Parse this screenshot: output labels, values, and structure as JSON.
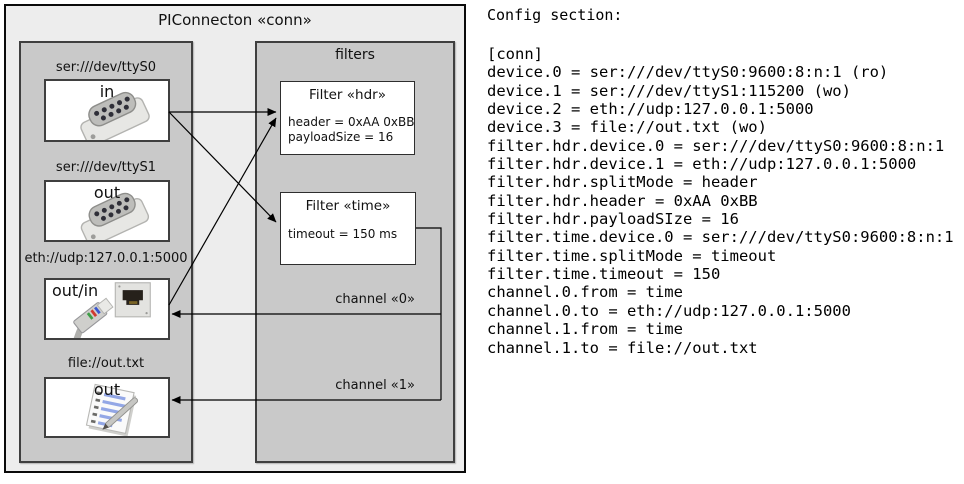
{
  "diagram": {
    "title": "PIConnecton «conn»",
    "devices": [
      {
        "label": "ser:///dev/ttyS0",
        "port": "in",
        "icon": "serial-connector-icon"
      },
      {
        "label": "ser:///dev/ttyS1",
        "port": "out",
        "icon": "serial-connector-icon"
      },
      {
        "label": "eth://udp:127.0.0.1:5000",
        "port": "out/in",
        "icon": "ethernet-plug-icon"
      },
      {
        "label": "file://out.txt",
        "port": "out",
        "icon": "notepad-pen-icon"
      }
    ],
    "filters": {
      "panel_title": "filters",
      "items": [
        {
          "title": "Filter «hdr»",
          "props": [
            "header = 0xAA 0xBB",
            "payloadSize = 16"
          ]
        },
        {
          "title": "Filter «time»",
          "props": [
            "timeout = 150 ms"
          ]
        }
      ]
    },
    "channels": [
      {
        "label": "channel «0»"
      },
      {
        "label": "channel «1»"
      }
    ],
    "colors": {
      "frame_bg": "#ededed",
      "panel_bg": "#c9c9c9",
      "box_bg": "#ffffff",
      "line": "#000000"
    }
  },
  "config": {
    "heading": "Config section:",
    "lines": [
      "[conn]",
      "device.0 = ser:///dev/ttyS0:9600:8:n:1 (ro)",
      "device.1 = ser:///dev/ttyS1:115200 (wo)",
      "device.2 = eth://udp:127.0.0.1:5000",
      "device.3 = file://out.txt (wo)",
      "filter.hdr.device.0 = ser:///dev/ttyS0:9600:8:n:1",
      "filter.hdr.device.1 = eth://udp:127.0.0.1:5000",
      "filter.hdr.splitMode = header",
      "filter.hdr.header = 0xAA 0xBB",
      "filter.hdr.payloadSIze = 16",
      "filter.time.device.0 = ser:///dev/ttyS0:9600:8:n:1",
      "filter.time.splitMode = timeout",
      "filter.time.timeout = 150",
      "channel.0.from = time",
      "channel.0.to = eth://udp:127.0.0.1:5000",
      "channel.1.from = time",
      "channel.1.to = file://out.txt"
    ]
  }
}
